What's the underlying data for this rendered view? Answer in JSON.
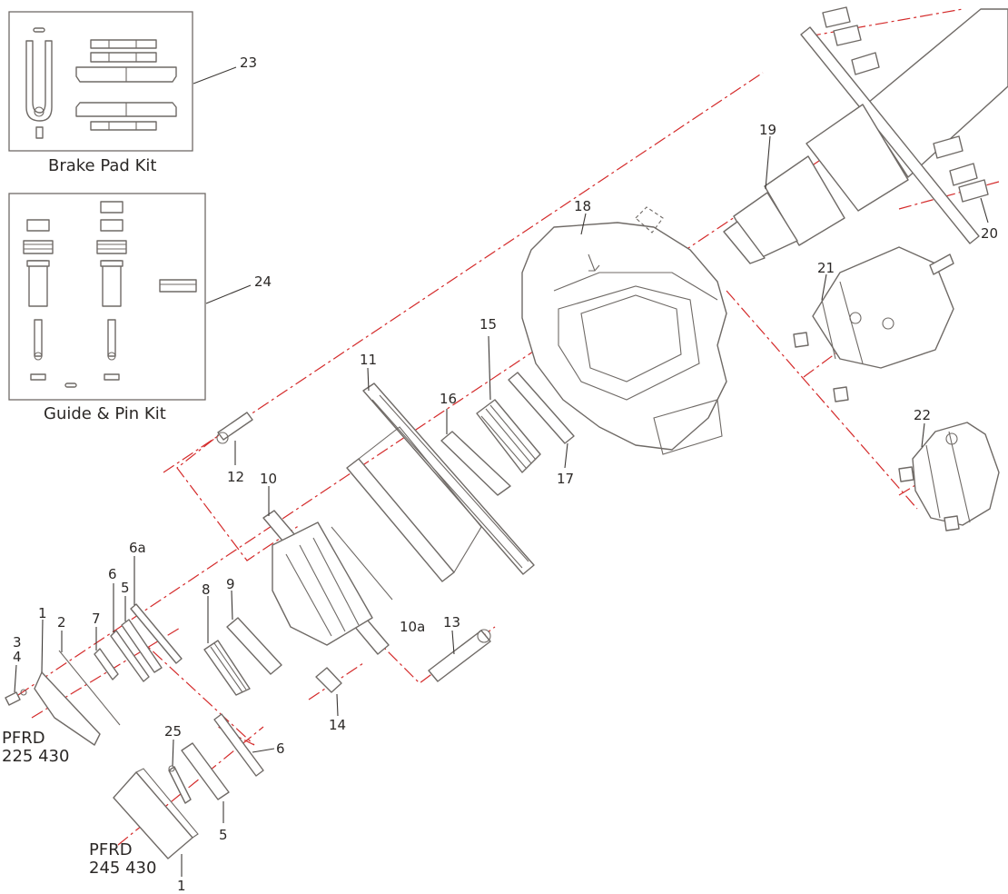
{
  "colors": {
    "axis": "#d42a2a",
    "outline": "#6f6a66",
    "text": "#2b2826"
  },
  "kits": {
    "brake_pad": {
      "label": "Brake Pad Kit",
      "number": "23"
    },
    "guide_pin": {
      "label": "Guide & Pin Kit",
      "number": "24"
    }
  },
  "models": {
    "top_line1": "PFRD",
    "top_line2": "225 430",
    "bottom_line1": "PFRD",
    "bottom_line2": "245 430"
  },
  "callouts": {
    "c1a": "1",
    "c1b": "1",
    "c2": "2",
    "c3": "3",
    "c4": "4",
    "c5a": "5",
    "c5b": "5",
    "c6a": "6",
    "c6b": "6",
    "c6a_label": "6a",
    "c7": "7",
    "c8": "8",
    "c9": "9",
    "c10": "10",
    "c10a": "10a",
    "c11": "11",
    "c12": "12",
    "c13": "13",
    "c14": "14",
    "c15": "15",
    "c16": "16",
    "c17": "17",
    "c18": "18",
    "c19": "19",
    "c20": "20",
    "c21": "21",
    "c22": "22",
    "c25": "25"
  }
}
